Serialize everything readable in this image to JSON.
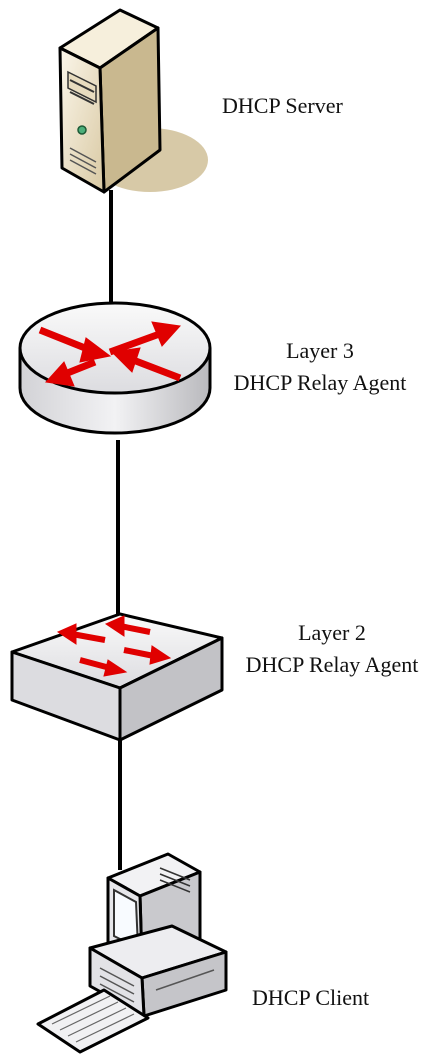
{
  "diagram": {
    "nodes": [
      {
        "id": "server",
        "lines": [
          "DHCP Server"
        ]
      },
      {
        "id": "l3",
        "lines": [
          "Layer 3",
          "DHCP Relay Agent"
        ]
      },
      {
        "id": "l2",
        "lines": [
          "Layer 2",
          "DHCP Relay Agent"
        ]
      },
      {
        "id": "client",
        "lines": [
          "DHCP Client"
        ]
      }
    ],
    "colors": {
      "line": "#000000",
      "server_body": "#e9dcc0",
      "server_shadow": "#cdbb91",
      "device_face": "#e9e9ec",
      "device_side": "#c7c7cb",
      "arrow": "#e00000"
    }
  }
}
